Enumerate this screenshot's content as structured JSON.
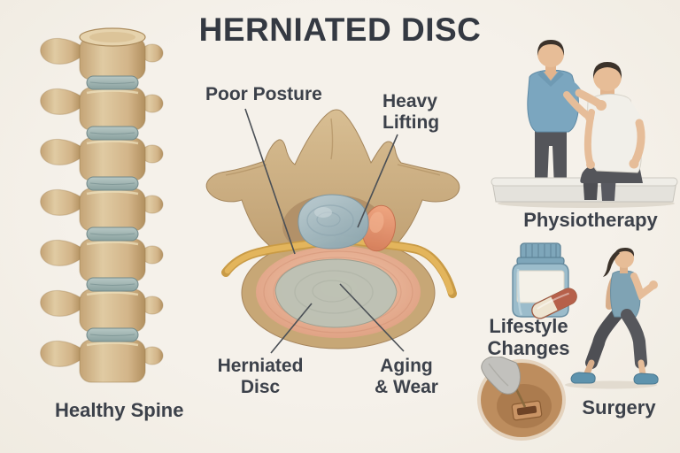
{
  "title": "HERNIATED DISC",
  "spine_panel": {
    "caption": "Healthy Spine"
  },
  "diagram": {
    "causes": {
      "poor_posture": "Poor Posture",
      "heavy_lifting_line1": "Heavy",
      "heavy_lifting_line2": "Lifting"
    },
    "parts": {
      "herniated_disc_line1": "Herniated",
      "herniated_disc_line2": "Disc",
      "aging_wear_line1": "Aging",
      "aging_wear_line2": "& Wear"
    }
  },
  "treatments": {
    "physiotherapy": "Physiotherapy",
    "lifestyle_line1": "Lifestyle",
    "lifestyle_line2": "Changes",
    "surgery": "Surgery"
  },
  "illustrations": {
    "spine": "healthy-spine-side-view",
    "cross_section": "vertebra-axial-cross-section",
    "physiotherapy": "therapist-treating-seated-patient",
    "lifestyle": "pill-bottle-and-capsule",
    "exercise": "woman-walking",
    "surgery": "gloved-hand-operating"
  },
  "colors": {
    "background": "#f3efe8",
    "text": "#3c414a",
    "title": "#343942",
    "leader_line": "#4b5056",
    "bone": "#cfb185",
    "bone_shadow": "#a8875a",
    "disc_healthy": "#9db4b2",
    "annulus_salmon": "#e4a987",
    "nucleus_gray": "#bdc2b5",
    "spinal_cord_blue": "#a3b9c1",
    "herniation_orange": "#e4926f",
    "nerve_yellow": "#dfb057",
    "polo_blue": "#7ba6bf",
    "shirt_white": "#f1efe9",
    "pants_gray": "#54555a",
    "skin": "#e6bd99",
    "bottle_blue": "#9bbccb",
    "capsule_red": "#b6604a",
    "shoe_blue": "#5e93ad"
  }
}
